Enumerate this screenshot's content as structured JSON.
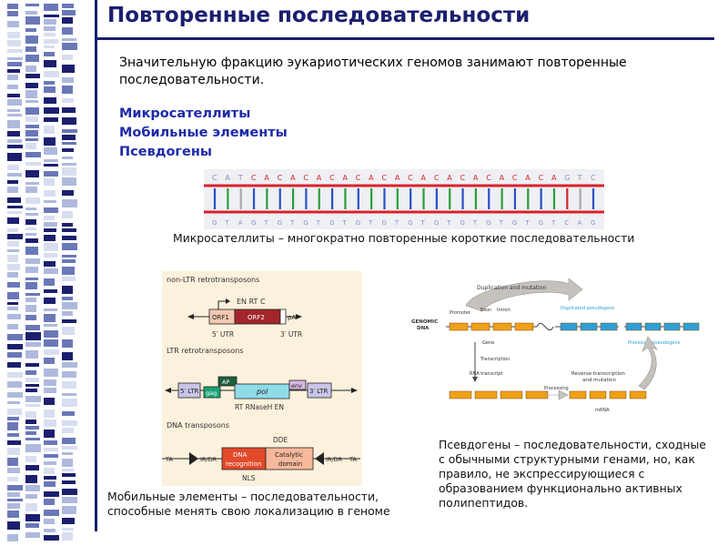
{
  "title": "Повторенные последовательности",
  "intro": "Значительную фракцию эукариотических геномов занимают повторенные последовательности.",
  "terms": [
    "Микросателлиты",
    "Мобильные элементы",
    "Псевдогены"
  ],
  "microsat": {
    "top_left": [
      "C",
      "A",
      "T"
    ],
    "top_repeat": [
      "C",
      "A",
      "C",
      "A",
      "C",
      "A",
      "C",
      "A",
      "C",
      "A",
      "C",
      "A",
      "C",
      "A",
      "C",
      "A",
      "C",
      "A",
      "C",
      "A",
      "C",
      "A",
      "C",
      "A"
    ],
    "top_right": [
      "G",
      "T",
      "C"
    ],
    "bottom": [
      "G",
      "T",
      "A",
      "G",
      "T",
      "G",
      "T",
      "G",
      "T",
      "G",
      "T",
      "G",
      "T",
      "G",
      "T",
      "G",
      "T",
      "G",
      "T",
      "G",
      "T",
      "G",
      "T",
      "G",
      "T",
      "G",
      "T",
      "C",
      "A",
      "G"
    ],
    "caption": "Микросателлиты – многократно повторенные короткие последовательности"
  },
  "mobile": {
    "caption": "Мобильные элементы – последовательности, способные менять свою локализацию в геноме",
    "non_ltr": {
      "heading": "non-LTR retrotransposons",
      "labels_top": [
        "EN",
        "RT",
        "C"
      ],
      "orf1": "ORF1",
      "orf2": "ORF2",
      "pa": "pA",
      "utr5": "5′ UTR",
      "utr3": "3′ UTR"
    },
    "ltr": {
      "heading": "LTR retrotransposons",
      "ltr5": "5′ LTR",
      "ltr3": "3′ LTR",
      "gag": "gag",
      "ap": "AP",
      "pol": "pol",
      "env": "env",
      "labels_bottom": "RT  RNaseH  EN"
    },
    "dna": {
      "heading": "DNA transposons",
      "dde": "DDE",
      "ta": "TA",
      "irdr": "IR/DR",
      "box1": [
        "DNA",
        "recognition"
      ],
      "box2": [
        "Catalytic",
        "domain"
      ],
      "nls": "NLS"
    }
  },
  "pseudo": {
    "caption": "Псевдогены – последовательности, сходные с обычными структурными генами, но, как правило, не экспрессирующиеся с образованием функционально активных полипептидов.",
    "duplication": "Duplication and mutation",
    "genomic": [
      "GENOMIC",
      "DNA"
    ],
    "promoter": "Promoter",
    "exon": "Exon",
    "intron": "Intron",
    "duplicated": "Duplicated pseudogene",
    "gene": "Gene",
    "transcription": "Transcription",
    "rna_transcript": "RNA transcript",
    "processing": "Processing",
    "reverse": [
      "Reverse transcription",
      "and mutation"
    ],
    "processed": "Processed pseudogene",
    "mrna": "mRNA"
  },
  "colors": {
    "navy": "#1b1f6e",
    "term_blue": "#1e2aa8",
    "strand_red": "#d8232a",
    "fig_bg": "#fbf1dc",
    "orange": "#f0a018",
    "blue_gene": "#2f9fd8"
  }
}
